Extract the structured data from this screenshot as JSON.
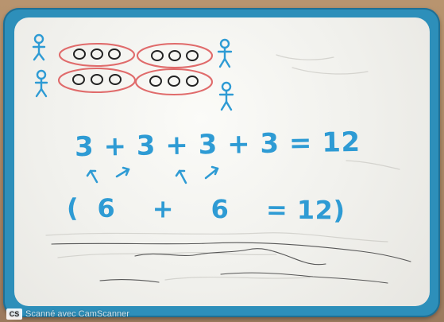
{
  "image": {
    "board_frame_color": "#2d8fba",
    "board_surface_color": "#f6f6f2",
    "ink_blue": "#2e9bd4",
    "ink_red": "#e06b6b",
    "ink_dark": "#222222"
  },
  "board": {
    "equation_1": "3 + 3 + 3 + 3 = 12",
    "equation_2": "(  6    +    6    = 12)",
    "figure_count": 4,
    "group_count": 4,
    "circles_per_group": 3
  },
  "scanner": {
    "logo": "CS",
    "text": "Scanné avec CamScanner"
  }
}
